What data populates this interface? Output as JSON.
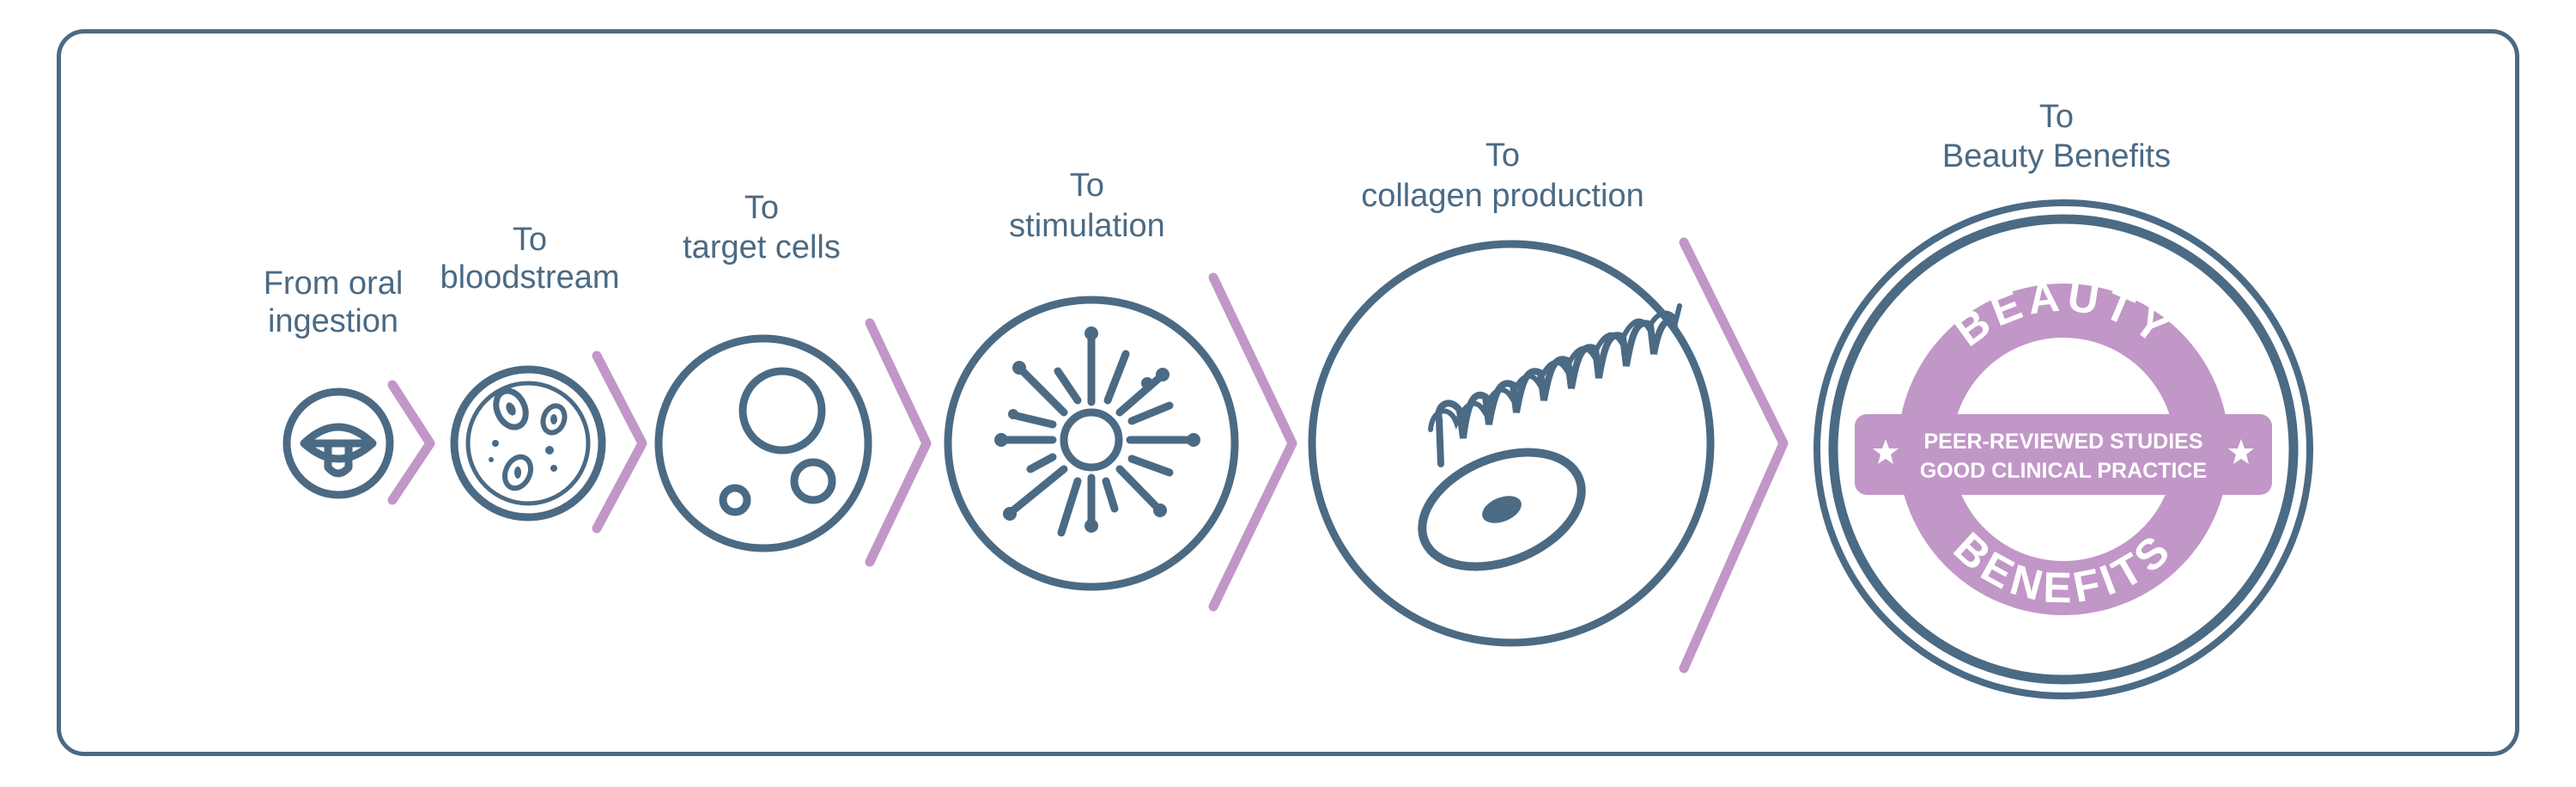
{
  "colors": {
    "primary": "#4b6a84",
    "accent": "#c197c7",
    "background": "#ffffff"
  },
  "steps": [
    {
      "line1": "From oral",
      "line2": "ingestion",
      "icon": "mouth-icon"
    },
    {
      "line1": "To",
      "line2": "bloodstream",
      "icon": "blood-cells-icon"
    },
    {
      "line1": "To",
      "line2": "target cells",
      "icon": "target-cells-icon"
    },
    {
      "line1": "To",
      "line2": "stimulation",
      "icon": "stimulation-icon"
    },
    {
      "line1": "To",
      "line2": "collagen production",
      "icon": "collagen-fiber-icon"
    },
    {
      "line1": "To",
      "line2": "Beauty Benefits",
      "icon": "beauty-seal-icon"
    }
  ],
  "badge": {
    "top_word": "BEAUTY",
    "bottom_word": "BENEFITS",
    "banner_line1": "PEER-REVIEWED STUDIES",
    "banner_line2": "GOOD CLINICAL PRACTICE"
  }
}
